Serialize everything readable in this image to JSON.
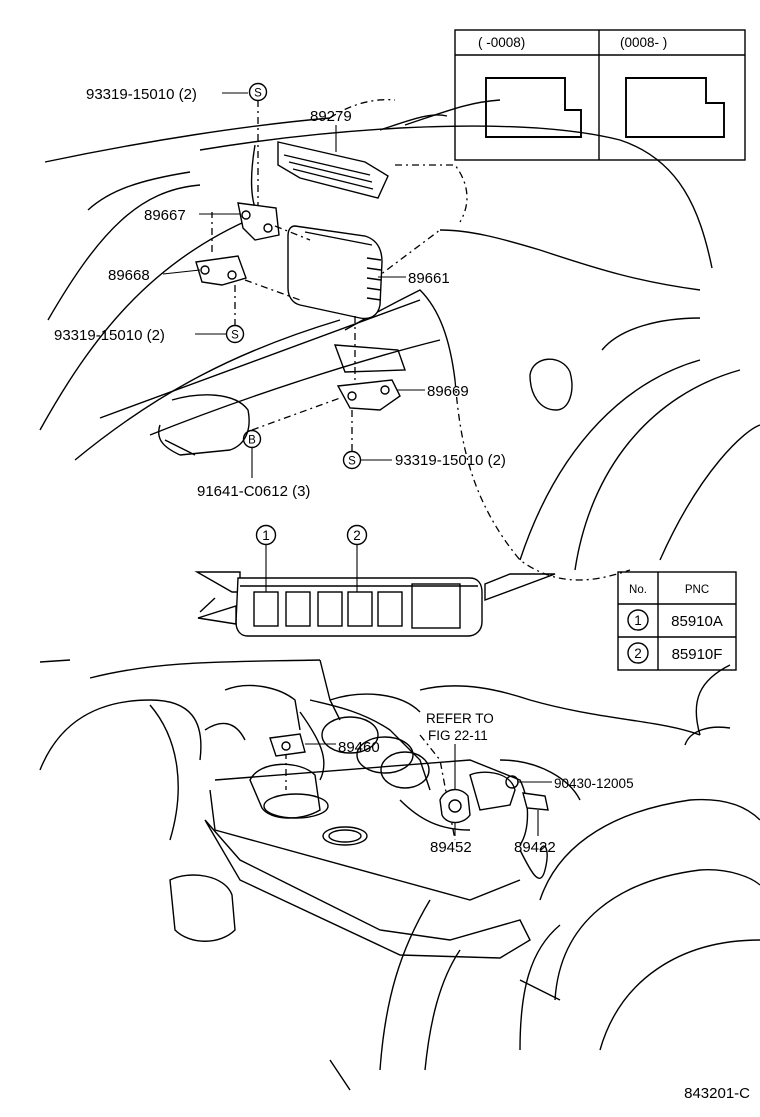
{
  "inset": {
    "left_label": "(          -0008)",
    "right_label": "(0008-           )"
  },
  "parts": {
    "p93319_top": "93319-15010 (2)",
    "p89279": "89279",
    "p89667": "89667",
    "p89668": "89668",
    "p89661": "89661",
    "p93319_mid": "93319-15010 (2)",
    "p89669": "89669",
    "p93319_low": "93319-15010 (2)",
    "p91641": "91641-C0612 (3)",
    "p89460": "89460",
    "refer_line1": "REFER TO",
    "refer_line2": "FIG 22-11",
    "p90430": "90430-12005",
    "p89452": "89452",
    "p89422": "89422"
  },
  "markers": {
    "s": "S",
    "b": "B",
    "one": "1",
    "two": "2"
  },
  "pnc_table": {
    "header_no": "No.",
    "header_pnc": "PNC",
    "rows": [
      {
        "no": "1",
        "pnc": "85910A"
      },
      {
        "no": "2",
        "pnc": "85910F"
      }
    ]
  },
  "footer_code": "843201-C"
}
